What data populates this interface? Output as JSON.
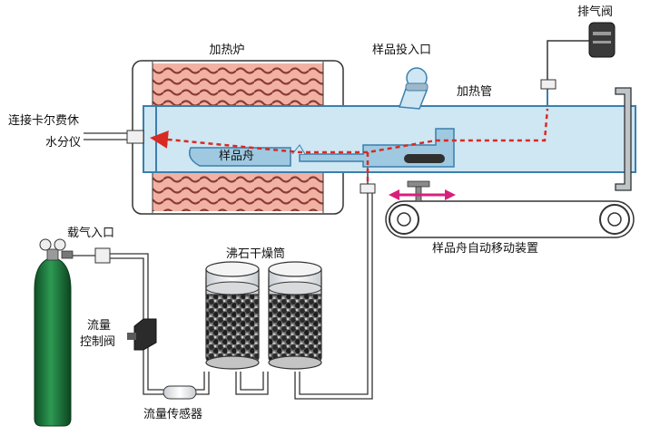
{
  "labels": {
    "furnace": "加热炉",
    "sample_inlet": "样品投入口",
    "exhaust_valve": "排气阀",
    "heating_tube": "加热管",
    "kf_line1": "连接卡尔费休",
    "kf_line2": "水分仪",
    "sample_boat": "样品舟",
    "auto_mover": "样品舟自动移动装置",
    "carrier_inlet": "载气入口",
    "flow_ctrl_line1": "流量",
    "flow_ctrl_line2": "控制阀",
    "zeolite_dryer": "沸石干燥筒",
    "flow_sensor": "流量传感器"
  },
  "colors": {
    "tube_fill": "#cfe6f3",
    "tube_stroke": "#3a7fae",
    "furnace_fill": "#f1b2a4",
    "furnace_wave": "#8a3b33",
    "flow_arrow": "#d82a22",
    "move_arrow": "#d81f7c",
    "gas_cylinder": "#1f7a3e"
  }
}
